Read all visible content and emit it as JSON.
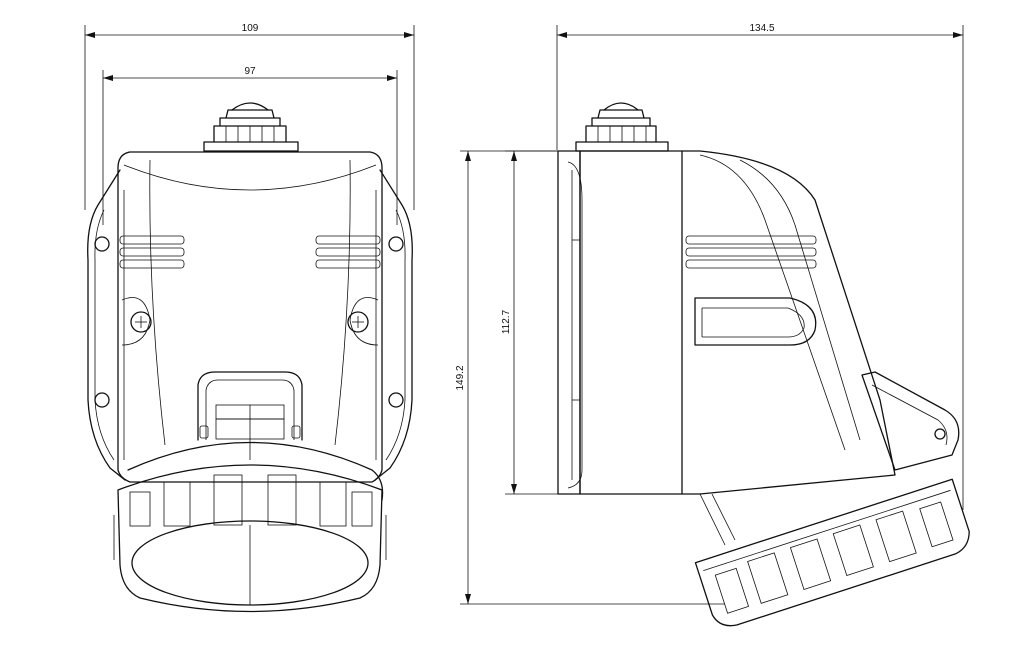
{
  "drawing": {
    "front_view": {
      "overall_width": "109",
      "inner_width": "97"
    },
    "side_view": {
      "overall_depth": "134.5",
      "body_height": "112.7",
      "overall_height": "149.2"
    }
  }
}
